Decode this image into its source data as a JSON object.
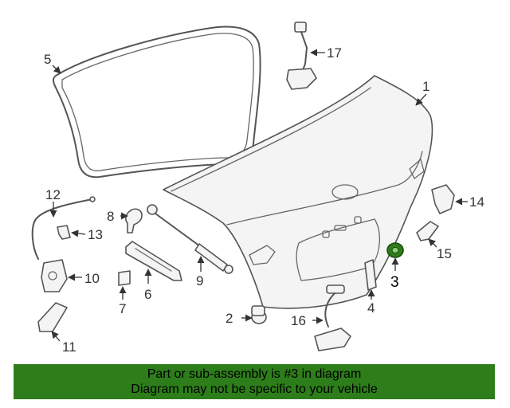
{
  "callouts": {
    "c1": "1",
    "c2": "2",
    "c3": "3",
    "c4": "4",
    "c5": "5",
    "c6": "6",
    "c7": "7",
    "c8": "8",
    "c9": "9",
    "c10": "10",
    "c11": "11",
    "c12": "12",
    "c13": "13",
    "c14": "14",
    "c15": "15",
    "c16": "16",
    "c17": "17"
  },
  "highlight": {
    "part_number": "3",
    "color": "#2d7d1a"
  },
  "banner": {
    "line1": "Part or sub-assembly is #3 in diagram",
    "line2": "Diagram may not be specific to your vehicle",
    "background": "#2d7d1a"
  }
}
